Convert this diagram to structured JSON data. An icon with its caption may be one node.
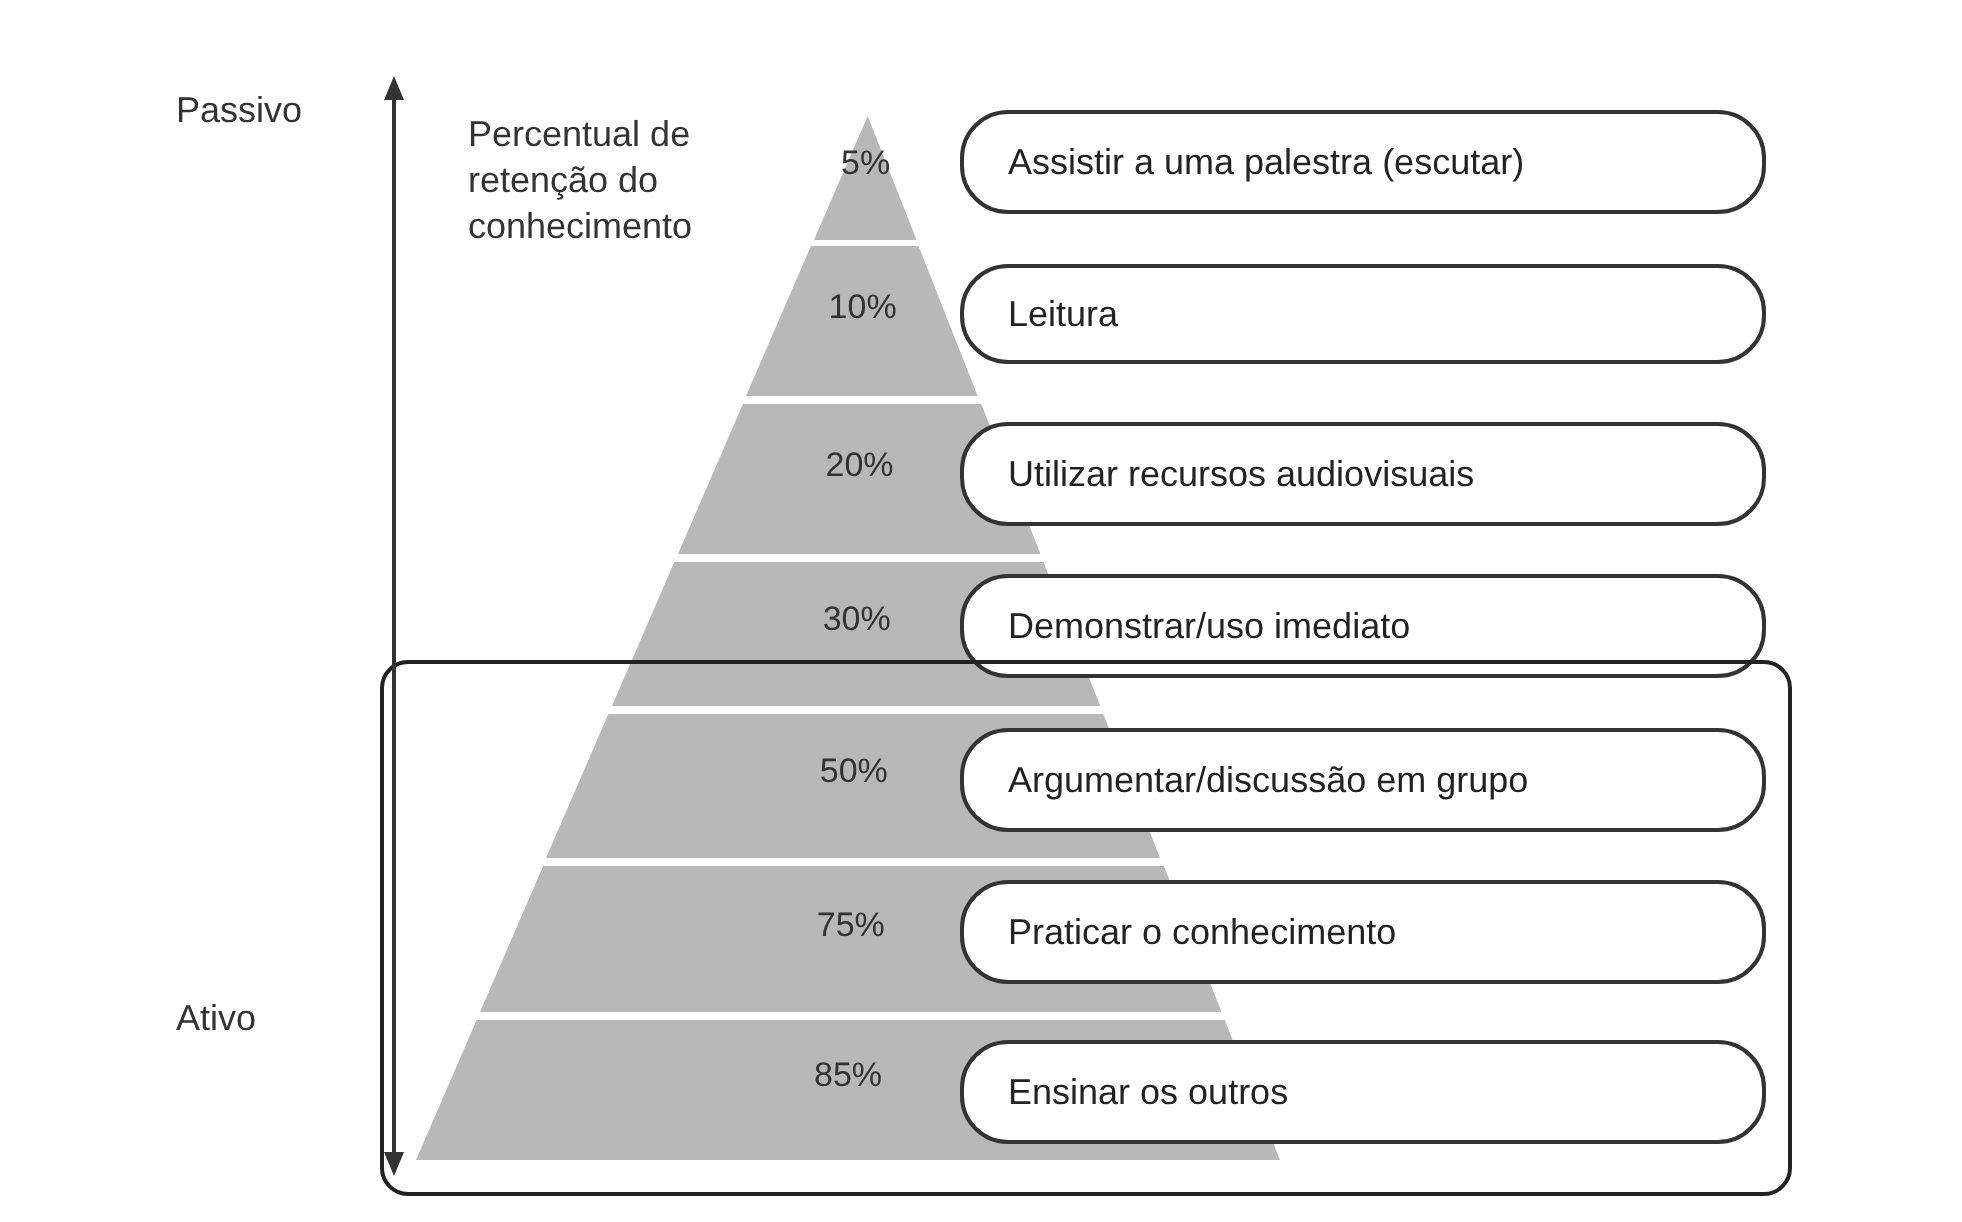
{
  "diagram": {
    "nodes": [
      {
        "text": [
          "5%"
        ]
      },
      {
        "text": [
          "Assistir a uma palestra (escutar)"
        ]
      },
      {
        "text": [
          "10%"
        ]
      },
      {
        "text": [
          "Leitura"
        ]
      },
      {
        "text": [
          "20%"
        ]
      },
      {
        "text": [
          "Utilizar recursos audiovisuais"
        ]
      },
      {
        "text": [
          "30%"
        ]
      },
      {
        "text": [
          "Demonstrar/uso imediato"
        ]
      },
      {
        "text": [],
        "shape": "box"
      },
      {
        "text": [
          "50%"
        ],
        "in": 8
      },
      {
        "text": [
          "Argumentar/discussão em grupo"
        ],
        "in": 8
      },
      {
        "text": [
          "75%"
        ],
        "in": 8
      },
      {
        "text": [
          "Praticar o conhecimento"
        ],
        "in": 8
      },
      {
        "text": [
          "85%"
        ],
        "in": 8
      },
      {
        "text": [
          "Ensinar os outros"
        ],
        "in": 8
      }
    ],
    "labels": [
      "Passivo",
      "Percentual de retenção do conhecimento",
      "Ativo"
    ]
  }
}
